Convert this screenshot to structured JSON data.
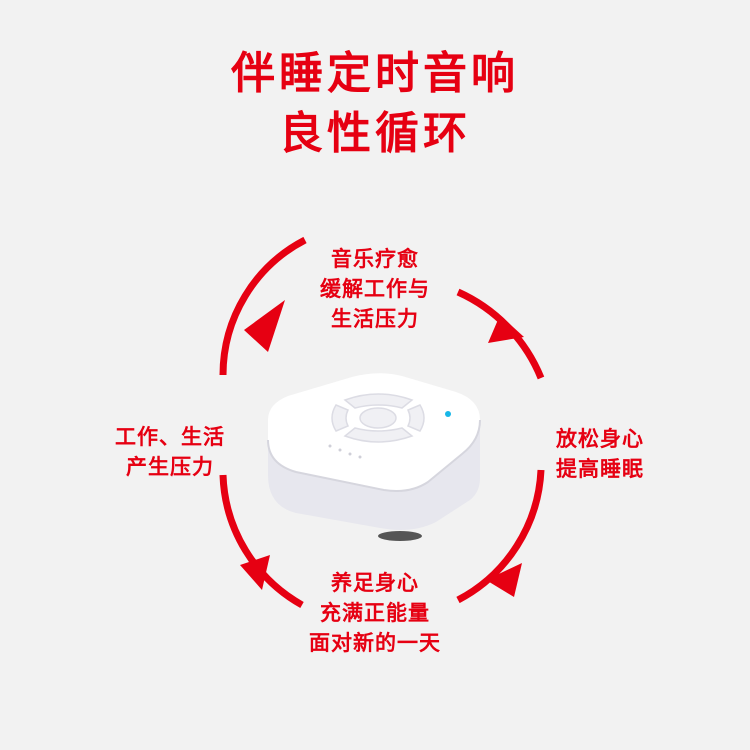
{
  "headline": {
    "line1": "伴睡定时音响",
    "line2": "良性循环"
  },
  "cycle": {
    "top": [
      "音乐疗愈",
      "缓解工作与",
      "生活压力"
    ],
    "right": [
      "放松身心",
      "提高睡眠"
    ],
    "bottom": [
      "养足身心",
      "充满正能量",
      "面对新的一天"
    ],
    "left": [
      "工作、生活",
      "产生压力"
    ]
  },
  "colors": {
    "accent": "#e60012",
    "background": "#f2f2f2",
    "device_body": "#ffffff",
    "indicator_light": "#18b7e8"
  },
  "icons": {
    "product": "white-noise-machine",
    "arrows": "cycle-arrow"
  }
}
